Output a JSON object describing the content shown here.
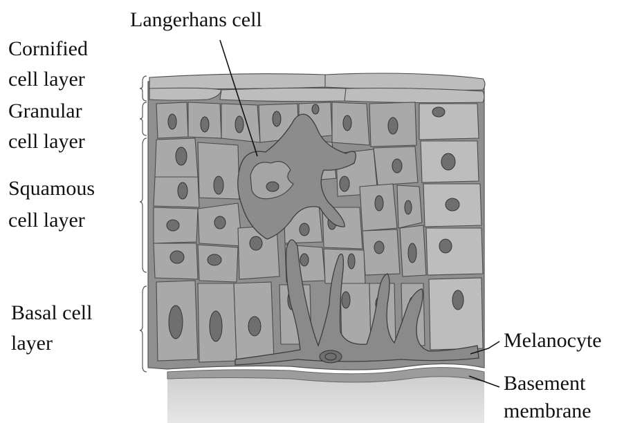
{
  "labels": {
    "langerhans_cell": "Langerhans cell",
    "cornified_1": "Cornified",
    "cornified_2": "cell layer",
    "granular_1": "Granular",
    "granular_2": "cell layer",
    "squamous_1": "Squamous",
    "squamous_2": "cell layer",
    "basal_1": "Basal cell",
    "basal_2": "layer",
    "melanocyte": "Melanocyte",
    "basement_1": "Basement",
    "basement_2": "membrane"
  },
  "colors": {
    "tissue_gray": "#a9a9a9",
    "dark_cell": "#8e8e8e",
    "dermis": "#d6d6d6",
    "text": "#111111"
  }
}
